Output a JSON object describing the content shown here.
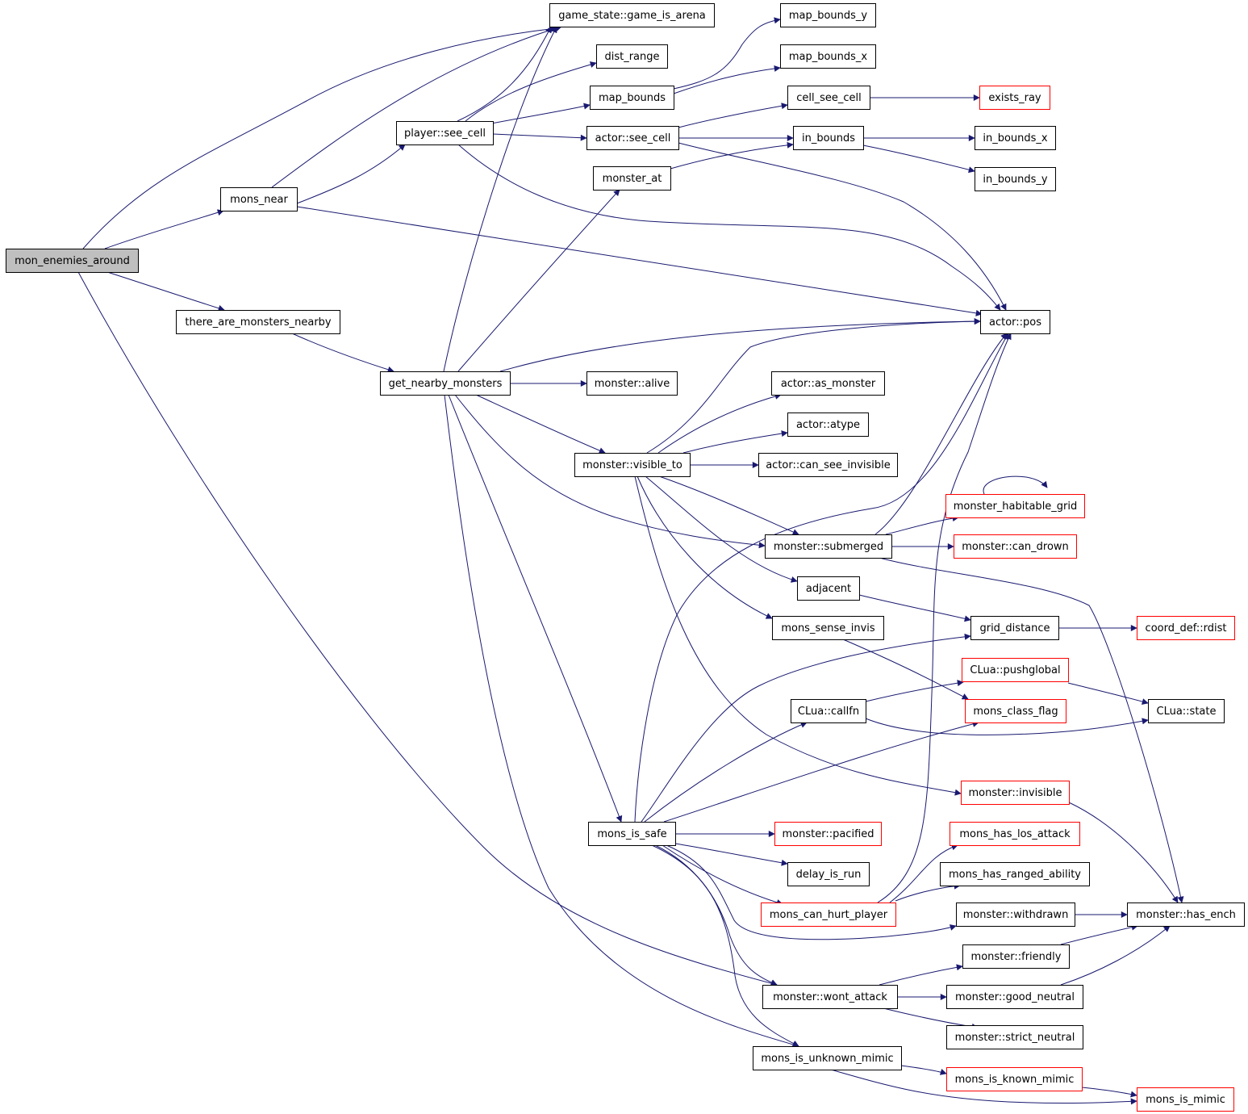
{
  "colors": {
    "edge": "#191970",
    "node_border_default": "#000000",
    "node_border_truncated": "#ff0000",
    "node_fill_default": "#ffffff",
    "node_fill_root": "#bfbfbf"
  },
  "nodes": [
    {
      "id": "mon_enemies_around",
      "label": "mon_enemies_around",
      "style": "root"
    },
    {
      "id": "mons_near",
      "label": "mons_near",
      "style": "normal"
    },
    {
      "id": "there_are_monsters_nearby",
      "label": "there_are_monsters_nearby",
      "style": "normal"
    },
    {
      "id": "game_is_arena",
      "label": "game_state::game_is_arena",
      "style": "normal"
    },
    {
      "id": "player_see_cell",
      "label": "player::see_cell",
      "style": "normal"
    },
    {
      "id": "get_nearby_monsters",
      "label": "get_nearby_monsters",
      "style": "normal"
    },
    {
      "id": "dist_range",
      "label": "dist_range",
      "style": "normal"
    },
    {
      "id": "map_bounds",
      "label": "map_bounds",
      "style": "normal"
    },
    {
      "id": "actor_see_cell",
      "label": "actor::see_cell",
      "style": "normal"
    },
    {
      "id": "monster_at",
      "label": "monster_at",
      "style": "normal"
    },
    {
      "id": "monster_alive",
      "label": "monster::alive",
      "style": "normal"
    },
    {
      "id": "monster_visible_to",
      "label": "monster::visible_to",
      "style": "normal"
    },
    {
      "id": "mons_is_safe",
      "label": "mons_is_safe",
      "style": "normal"
    },
    {
      "id": "map_bounds_y",
      "label": "map_bounds_y",
      "style": "normal"
    },
    {
      "id": "map_bounds_x",
      "label": "map_bounds_x",
      "style": "normal"
    },
    {
      "id": "cell_see_cell",
      "label": "cell_see_cell",
      "style": "normal"
    },
    {
      "id": "in_bounds",
      "label": "in_bounds",
      "style": "normal"
    },
    {
      "id": "exists_ray",
      "label": "exists_ray",
      "style": "truncated"
    },
    {
      "id": "in_bounds_x",
      "label": "in_bounds_x",
      "style": "normal"
    },
    {
      "id": "in_bounds_y",
      "label": "in_bounds_y",
      "style": "normal"
    },
    {
      "id": "actor_pos",
      "label": "actor::pos",
      "style": "normal"
    },
    {
      "id": "actor_as_monster",
      "label": "actor::as_monster",
      "style": "normal"
    },
    {
      "id": "actor_atype",
      "label": "actor::atype",
      "style": "normal"
    },
    {
      "id": "actor_can_see_invisible",
      "label": "actor::can_see_invisible",
      "style": "normal"
    },
    {
      "id": "monster_habitable_grid",
      "label": "monster_habitable_grid",
      "style": "truncated"
    },
    {
      "id": "monster_submerged",
      "label": "monster::submerged",
      "style": "normal"
    },
    {
      "id": "monster_can_drown",
      "label": "monster::can_drown",
      "style": "truncated"
    },
    {
      "id": "adjacent",
      "label": "adjacent",
      "style": "normal"
    },
    {
      "id": "mons_sense_invis",
      "label": "mons_sense_invis",
      "style": "normal"
    },
    {
      "id": "grid_distance",
      "label": "grid_distance",
      "style": "normal"
    },
    {
      "id": "coord_def_rdist",
      "label": "coord_def::rdist",
      "style": "truncated"
    },
    {
      "id": "clua_pushglobal",
      "label": "CLua::pushglobal",
      "style": "truncated"
    },
    {
      "id": "clua_callfn",
      "label": "CLua::callfn",
      "style": "normal"
    },
    {
      "id": "mons_class_flag",
      "label": "mons_class_flag",
      "style": "truncated"
    },
    {
      "id": "clua_state",
      "label": "CLua::state",
      "style": "normal"
    },
    {
      "id": "monster_invisible",
      "label": "monster::invisible",
      "style": "truncated"
    },
    {
      "id": "monster_pacified",
      "label": "monster::pacified",
      "style": "truncated"
    },
    {
      "id": "mons_has_los_attack",
      "label": "mons_has_los_attack",
      "style": "truncated"
    },
    {
      "id": "delay_is_run",
      "label": "delay_is_run",
      "style": "normal"
    },
    {
      "id": "mons_has_ranged_ability",
      "label": "mons_has_ranged_ability",
      "style": "normal"
    },
    {
      "id": "mons_can_hurt_player",
      "label": "mons_can_hurt_player",
      "style": "truncated"
    },
    {
      "id": "monster_withdrawn",
      "label": "monster::withdrawn",
      "style": "normal"
    },
    {
      "id": "monster_has_ench",
      "label": "monster::has_ench",
      "style": "normal"
    },
    {
      "id": "monster_friendly",
      "label": "monster::friendly",
      "style": "normal"
    },
    {
      "id": "monster_wont_attack",
      "label": "monster::wont_attack",
      "style": "normal"
    },
    {
      "id": "monster_good_neutral",
      "label": "monster::good_neutral",
      "style": "normal"
    },
    {
      "id": "monster_strict_neutral",
      "label": "monster::strict_neutral",
      "style": "normal"
    },
    {
      "id": "mons_is_unknown_mimic",
      "label": "mons_is_unknown_mimic",
      "style": "normal"
    },
    {
      "id": "mons_is_known_mimic",
      "label": "mons_is_known_mimic",
      "style": "truncated"
    },
    {
      "id": "mons_is_mimic",
      "label": "mons_is_mimic",
      "style": "truncated"
    }
  ],
  "edges": [
    {
      "from": "mon_enemies_around",
      "to": "game_is_arena"
    },
    {
      "from": "mon_enemies_around",
      "to": "mons_near"
    },
    {
      "from": "mon_enemies_around",
      "to": "there_are_monsters_nearby"
    },
    {
      "from": "mon_enemies_around",
      "to": "monster_wont_attack"
    },
    {
      "from": "mons_near",
      "to": "game_is_arena"
    },
    {
      "from": "mons_near",
      "to": "player_see_cell"
    },
    {
      "from": "mons_near",
      "to": "actor_pos"
    },
    {
      "from": "there_are_monsters_nearby",
      "to": "get_nearby_monsters"
    },
    {
      "from": "player_see_cell",
      "to": "game_is_arena"
    },
    {
      "from": "player_see_cell",
      "to": "dist_range"
    },
    {
      "from": "player_see_cell",
      "to": "map_bounds"
    },
    {
      "from": "player_see_cell",
      "to": "actor_see_cell"
    },
    {
      "from": "player_see_cell",
      "to": "actor_pos"
    },
    {
      "from": "get_nearby_monsters",
      "to": "game_is_arena"
    },
    {
      "from": "get_nearby_monsters",
      "to": "monster_at"
    },
    {
      "from": "get_nearby_monsters",
      "to": "actor_pos"
    },
    {
      "from": "get_nearby_monsters",
      "to": "monster_alive"
    },
    {
      "from": "get_nearby_monsters",
      "to": "monster_visible_to"
    },
    {
      "from": "get_nearby_monsters",
      "to": "monster_submerged"
    },
    {
      "from": "get_nearby_monsters",
      "to": "mons_is_safe"
    },
    {
      "from": "get_nearby_monsters",
      "to": "mons_is_unknown_mimic"
    },
    {
      "from": "map_bounds",
      "to": "map_bounds_y"
    },
    {
      "from": "map_bounds",
      "to": "map_bounds_x"
    },
    {
      "from": "actor_see_cell",
      "to": "cell_see_cell"
    },
    {
      "from": "actor_see_cell",
      "to": "in_bounds"
    },
    {
      "from": "actor_see_cell",
      "to": "actor_pos"
    },
    {
      "from": "monster_at",
      "to": "in_bounds"
    },
    {
      "from": "cell_see_cell",
      "to": "exists_ray"
    },
    {
      "from": "in_bounds",
      "to": "in_bounds_x"
    },
    {
      "from": "in_bounds",
      "to": "in_bounds_y"
    },
    {
      "from": "monster_visible_to",
      "to": "actor_pos"
    },
    {
      "from": "monster_visible_to",
      "to": "actor_as_monster"
    },
    {
      "from": "monster_visible_to",
      "to": "actor_atype"
    },
    {
      "from": "monster_visible_to",
      "to": "actor_can_see_invisible"
    },
    {
      "from": "monster_visible_to",
      "to": "monster_submerged"
    },
    {
      "from": "monster_visible_to",
      "to": "adjacent"
    },
    {
      "from": "monster_visible_to",
      "to": "mons_sense_invis"
    },
    {
      "from": "monster_visible_to",
      "to": "monster_invisible"
    },
    {
      "from": "monster_submerged",
      "to": "actor_pos"
    },
    {
      "from": "monster_submerged",
      "to": "monster_habitable_grid"
    },
    {
      "from": "monster_submerged",
      "to": "monster_can_drown"
    },
    {
      "from": "monster_submerged",
      "to": "monster_has_ench"
    },
    {
      "from": "monster_habitable_grid",
      "to": "monster_habitable_grid"
    },
    {
      "from": "adjacent",
      "to": "grid_distance"
    },
    {
      "from": "mons_sense_invis",
      "to": "mons_class_flag"
    },
    {
      "from": "grid_distance",
      "to": "coord_def_rdist"
    },
    {
      "from": "clua_pushglobal",
      "to": "clua_state"
    },
    {
      "from": "clua_callfn",
      "to": "clua_pushglobal"
    },
    {
      "from": "clua_callfn",
      "to": "clua_state"
    },
    {
      "from": "monster_invisible",
      "to": "monster_has_ench"
    },
    {
      "from": "mons_is_safe",
      "to": "actor_pos"
    },
    {
      "from": "mons_is_safe",
      "to": "grid_distance"
    },
    {
      "from": "mons_is_safe",
      "to": "clua_callfn"
    },
    {
      "from": "mons_is_safe",
      "to": "mons_class_flag"
    },
    {
      "from": "mons_is_safe",
      "to": "monster_pacified"
    },
    {
      "from": "mons_is_safe",
      "to": "delay_is_run"
    },
    {
      "from": "mons_is_safe",
      "to": "mons_can_hurt_player"
    },
    {
      "from": "mons_is_safe",
      "to": "monster_withdrawn"
    },
    {
      "from": "mons_is_safe",
      "to": "monster_wont_attack"
    },
    {
      "from": "mons_is_safe",
      "to": "mons_is_unknown_mimic"
    },
    {
      "from": "mons_can_hurt_player",
      "to": "actor_pos"
    },
    {
      "from": "mons_can_hurt_player",
      "to": "mons_has_los_attack"
    },
    {
      "from": "mons_can_hurt_player",
      "to": "mons_has_ranged_ability"
    },
    {
      "from": "monster_withdrawn",
      "to": "monster_has_ench"
    },
    {
      "from": "monster_friendly",
      "to": "monster_has_ench"
    },
    {
      "from": "monster_good_neutral",
      "to": "monster_has_ench"
    },
    {
      "from": "monster_wont_attack",
      "to": "monster_friendly"
    },
    {
      "from": "monster_wont_attack",
      "to": "monster_good_neutral"
    },
    {
      "from": "monster_wont_attack",
      "to": "monster_strict_neutral"
    },
    {
      "from": "mons_is_unknown_mimic",
      "to": "mons_is_known_mimic"
    },
    {
      "from": "mons_is_unknown_mimic",
      "to": "mons_is_mimic"
    },
    {
      "from": "mons_is_known_mimic",
      "to": "mons_is_mimic"
    }
  ]
}
